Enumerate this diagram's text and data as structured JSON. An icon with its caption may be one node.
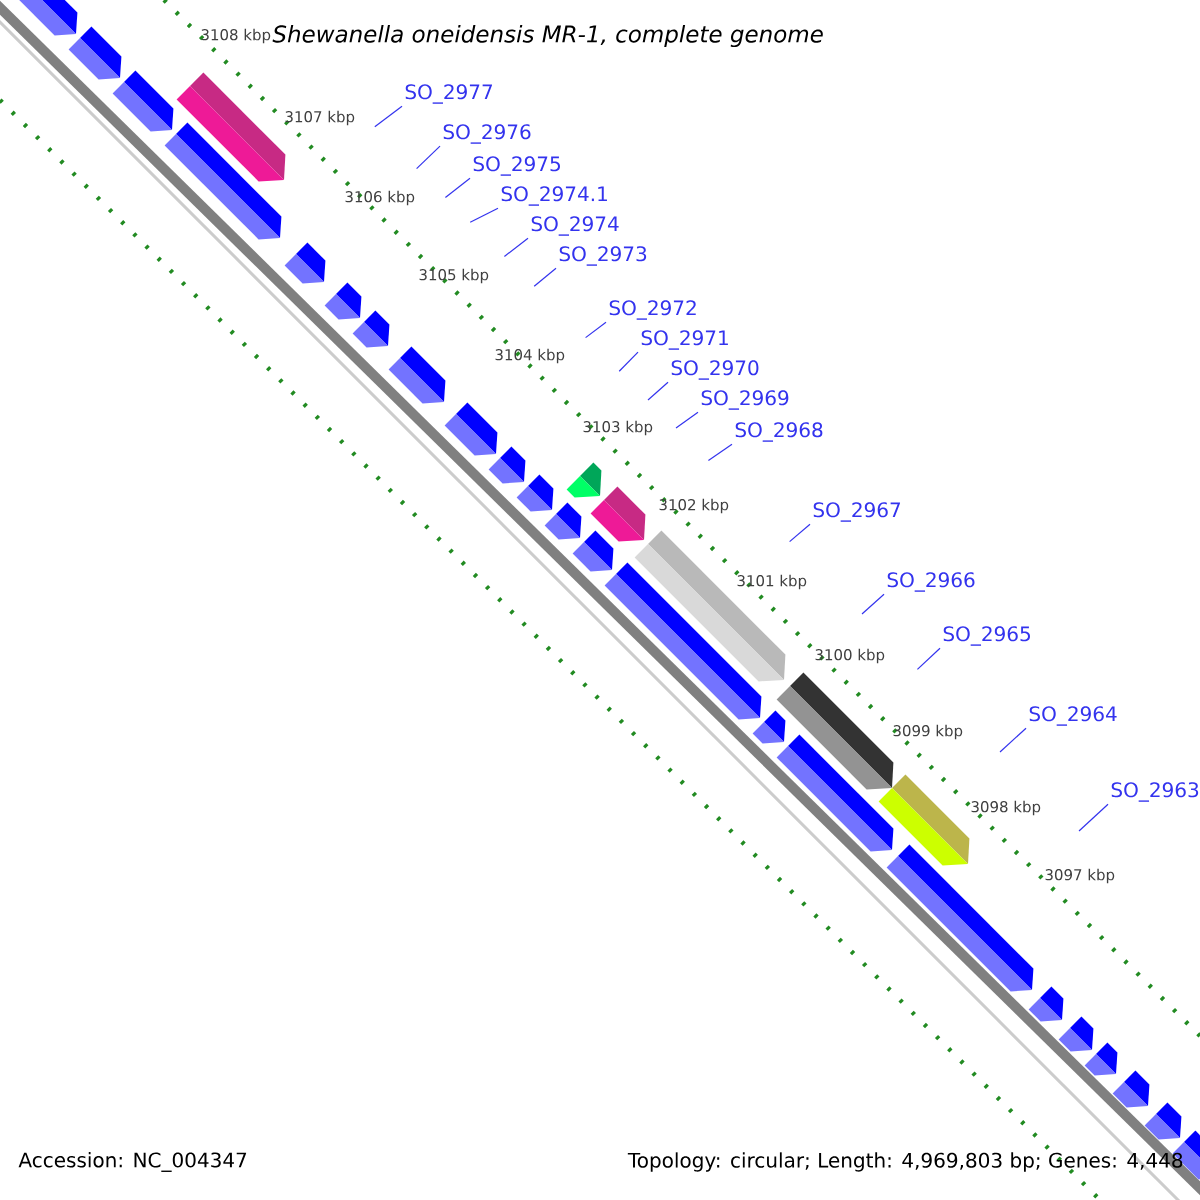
{
  "diagram": {
    "title": "*Shewanella oneidensis* MR-1, complete genome",
    "nodes": [
      {
        "text": [
          "SO_2977"
        ]
      },
      {
        "text": [
          "SO_2976"
        ]
      },
      {
        "text": [
          "SO_2975"
        ]
      },
      {
        "text": [
          "SO_2974.1"
        ]
      },
      {
        "text": [
          "SO_2974"
        ]
      },
      {
        "text": [
          "SO_2973"
        ]
      },
      {
        "text": [
          "SO_2972"
        ]
      },
      {
        "text": [
          "SO_2971"
        ]
      },
      {
        "text": [
          "SO_2970"
        ]
      },
      {
        "text": [
          "SO_2969"
        ]
      },
      {
        "text": [
          "SO_2968"
        ]
      },
      {
        "text": [
          "SO_2967"
        ]
      },
      {
        "text": [
          "SO_2966"
        ]
      },
      {
        "text": [
          "SO_2965"
        ]
      },
      {
        "text": [
          "SO_2964"
        ]
      },
      {
        "text": [
          "SO_2963"
        ]
      }
    ],
    "edges": [
      {
        "from": 0,
        "to": null,
        "arrow": "none"
      },
      {
        "from": 1,
        "to": null,
        "arrow": "none"
      },
      {
        "from": 2,
        "to": null,
        "arrow": "none"
      },
      {
        "from": 3,
        "to": null,
        "arrow": "none"
      },
      {
        "from": 4,
        "to": null,
        "arrow": "none"
      },
      {
        "from": 5,
        "to": null,
        "arrow": "none"
      },
      {
        "from": 6,
        "to": null,
        "arrow": "none"
      },
      {
        "from": 7,
        "to": null,
        "arrow": "none"
      },
      {
        "from": 8,
        "to": null,
        "arrow": "none"
      },
      {
        "from": 9,
        "to": null,
        "arrow": "none"
      },
      {
        "from": 10,
        "to": null,
        "arrow": "none"
      },
      {
        "from": 11,
        "to": null,
        "arrow": "none"
      },
      {
        "from": 12,
        "to": null,
        "arrow": "none"
      },
      {
        "from": 13,
        "to": null,
        "arrow": "none"
      },
      {
        "from": 14,
        "to": null,
        "arrow": "none"
      },
      {
        "from": 15,
        "to": null,
        "arrow": "none"
      }
    ],
    "labels": [
      "3108 kbp",
      "3107 kbp",
      "3106 kbp",
      "3105 kbp",
      "3104 kbp",
      "3103 kbp",
      "3102 kbp",
      "3101 kbp",
      "3100 kbp",
      "3099 kbp",
      "3098 kbp",
      "3097 kbp",
      "Accession: NC_004347",
      "Topology: circular; Length: 4,969,803 bp; Genes: 4,448"
    ]
  }
}
